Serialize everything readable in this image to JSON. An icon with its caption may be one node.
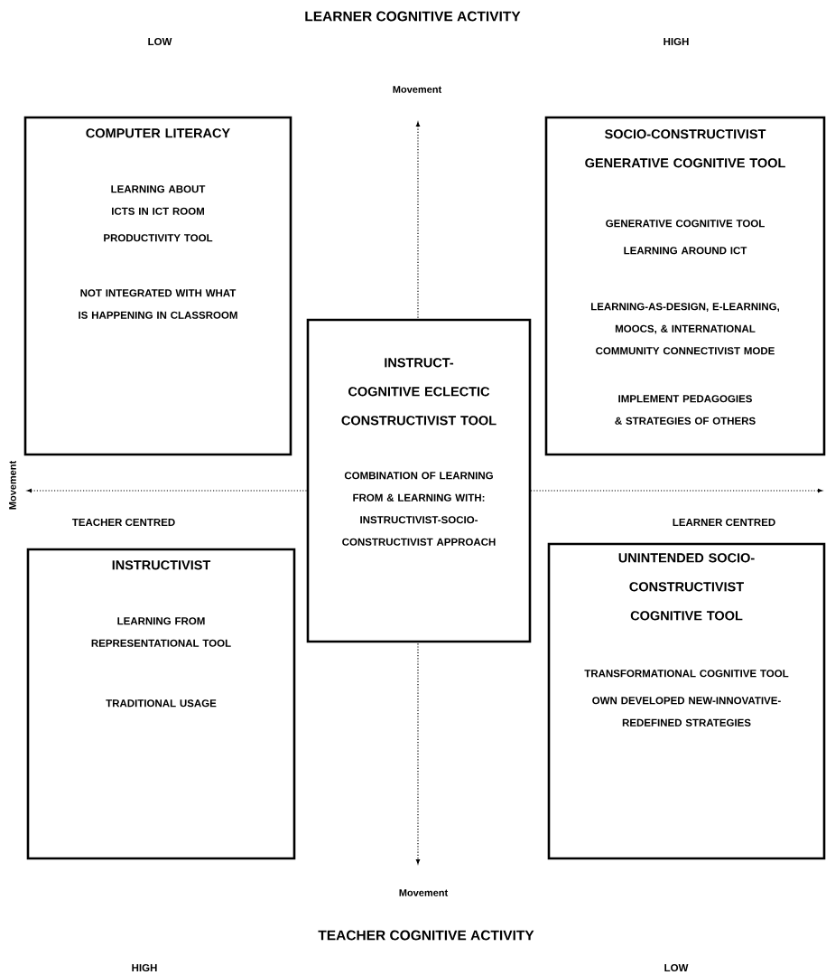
{
  "diagram": {
    "nodes": [
      {
        "text": [
          "COMPUTER LITERACY",
          "LEARNING ABOUT ICTS IN ICT ROOM",
          "PRODUCTIVITY TOOL",
          "NOT INTEGRATED WITH WHAT IS HAPPENING IN CLASSROOM"
        ]
      },
      {
        "text": [
          "SOCIO-CONSTRUCTIVIST GENERATIVE COGNITIVE TOOL",
          "GENERATIVE COGNITIVE TOOL",
          "LEARNING AROUND ICT",
          "LEARNING-AS-DESIGN, E-LEARNING, MOOCS, & INTERNATIONAL COMMUNITY CONNECTIVIST MODE",
          "IMPLEMENT PEDAGOGIES & STRATEGIES OF OTHERS"
        ]
      },
      {
        "text": [
          "INSTRUCT-COGNITIVE ECLECTIC CONSTRUCTIVIST TOOL",
          "COMBINATION OF LEARNING FROM & LEARNING WITH: INSTRUCTIVIST-SOCIO-CONSTRUCTIVIST APPROACH"
        ]
      },
      {
        "text": [
          "INSTRUCTIVIST",
          "LEARNING FROM REPRESENTATIONAL TOOL",
          "TRADITIONAL USAGE"
        ]
      },
      {
        "text": [
          "UNINTENDED SOCIO-CONSTRUCTIVIST COGNITIVE TOOL",
          "TRANSFORMATIONAL COGNITIVE TOOL",
          "OWN DEVELOPED NEW-INNOVATIVE-REDEFINED STRATEGIES"
        ]
      }
    ],
    "labels": [
      "LEARNER COGNITIVE ACTIVITY",
      "LOW",
      "HIGH",
      "Movement",
      "Movement",
      "TEACHER CENTRED",
      "LEARNER CENTRED",
      "Movement",
      "TEACHER COGNITIVE ACTIVITY",
      "HIGH",
      "LOW"
    ]
  }
}
